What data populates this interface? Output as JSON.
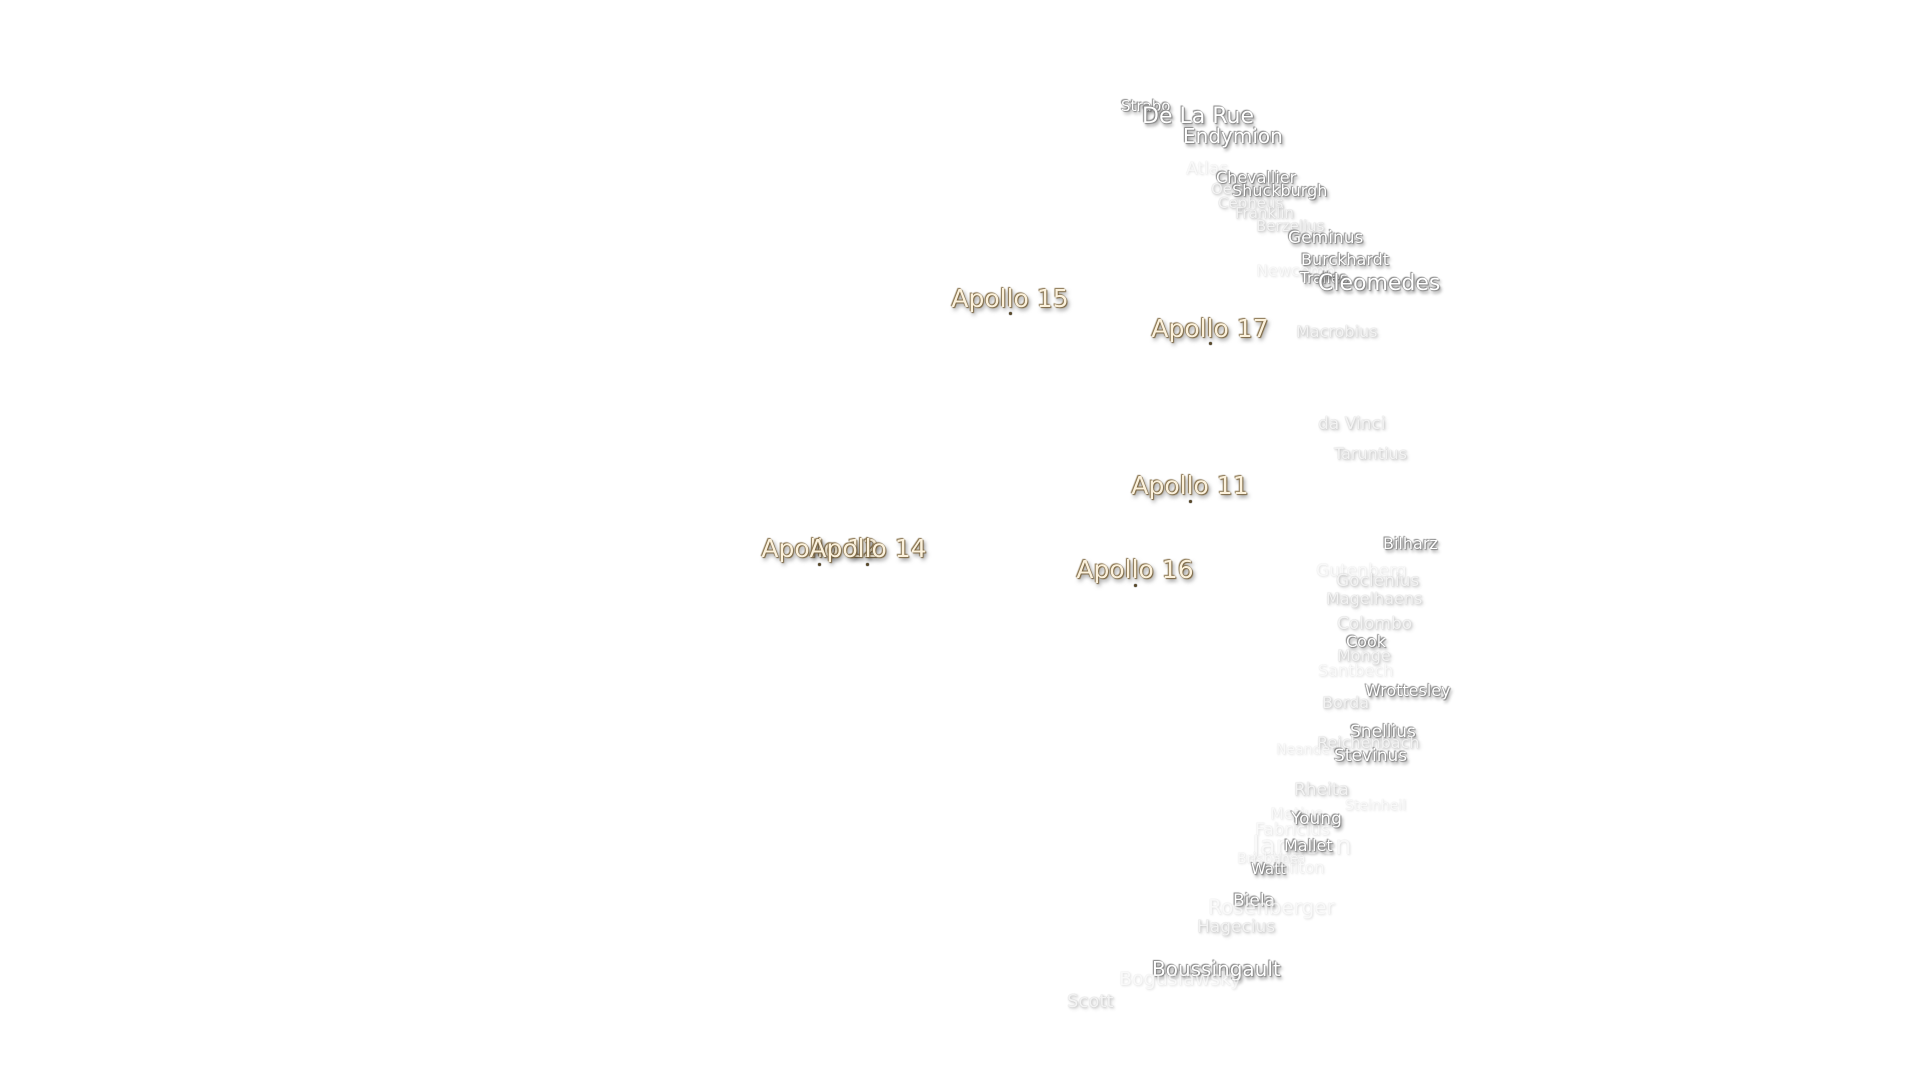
{
  "map": {
    "apollo_sites": [
      {
        "id": "apollo-15",
        "label": "Apollo 15"
      },
      {
        "id": "apollo-17",
        "label": "Apollo 17"
      },
      {
        "id": "apollo-11",
        "label": "Apollo 11"
      },
      {
        "id": "apollo-12",
        "label": "Apollo 12"
      },
      {
        "id": "apollo-14",
        "label": "Apollo 14"
      },
      {
        "id": "apollo-16",
        "label": "Apollo 16"
      }
    ],
    "craters": [
      {
        "label": "Strabo",
        "style": "bold"
      },
      {
        "label": "De La Rue",
        "style": "bold"
      },
      {
        "label": "Endymion",
        "style": "bold"
      },
      {
        "label": "Atlas",
        "style": "faint"
      },
      {
        "label": "Chevallier",
        "style": "bold"
      },
      {
        "label": "Oersted",
        "style": "dim"
      },
      {
        "label": "Shuckburgh",
        "style": "bold"
      },
      {
        "label": "Cepheus",
        "style": "dim"
      },
      {
        "label": "Franklin",
        "style": "dim"
      },
      {
        "label": "Berzelius",
        "style": "dim"
      },
      {
        "label": "Geminus",
        "style": "bold"
      },
      {
        "label": "Burckhardt",
        "style": "bold"
      },
      {
        "label": "Newcomb",
        "style": "faint"
      },
      {
        "label": "Tralles",
        "style": "bold"
      },
      {
        "label": "Cleomedes",
        "style": "bold"
      },
      {
        "label": "Macrobius",
        "style": "dim"
      },
      {
        "label": "da Vinci",
        "style": "dim"
      },
      {
        "label": "Taruntius",
        "style": "dim"
      },
      {
        "label": "Bilharz",
        "style": "bold"
      },
      {
        "label": "Gutenberg",
        "style": "faint"
      },
      {
        "label": "Goclenius",
        "style": "dim"
      },
      {
        "label": "Magelhaens",
        "style": "dim"
      },
      {
        "label": "Colombo",
        "style": "dim"
      },
      {
        "label": "Cook",
        "style": "bold"
      },
      {
        "label": "Monge",
        "style": "dim"
      },
      {
        "label": "Santbech",
        "style": "faint"
      },
      {
        "label": "Wrottesley",
        "style": "bold"
      },
      {
        "label": "Borda",
        "style": "dim"
      },
      {
        "label": "Snellius",
        "style": "bold"
      },
      {
        "label": "Reichenbach",
        "style": "dim"
      },
      {
        "label": "Neander",
        "style": "faint"
      },
      {
        "label": "Stevinus",
        "style": "bold"
      },
      {
        "label": "Rheita",
        "style": "dim"
      },
      {
        "label": "Metius",
        "style": "faint"
      },
      {
        "label": "Steinheil",
        "style": "faint"
      },
      {
        "label": "Young",
        "style": "bold"
      },
      {
        "label": "Fabricius",
        "style": "faint"
      },
      {
        "label": "Janssen",
        "style": "faint"
      },
      {
        "label": "Mallet",
        "style": "bold"
      },
      {
        "label": "Vega",
        "style": "faint"
      },
      {
        "label": "Brisbane",
        "style": "faint"
      },
      {
        "label": "Hamilton",
        "style": "faint"
      },
      {
        "label": "Watt",
        "style": "bold"
      },
      {
        "label": "Biela",
        "style": "bold"
      },
      {
        "label": "Rosenberger",
        "style": "faint"
      },
      {
        "label": "Hagecius",
        "style": "dim"
      },
      {
        "label": "Boussingault",
        "style": "bold"
      },
      {
        "label": "Boguslawsky",
        "style": "faint"
      },
      {
        "label": "Scott",
        "style": "dim"
      }
    ],
    "colors": {
      "background": "#ffffff",
      "apollo_label": "#fbf1dc",
      "crater_label": "#ffffff"
    }
  }
}
